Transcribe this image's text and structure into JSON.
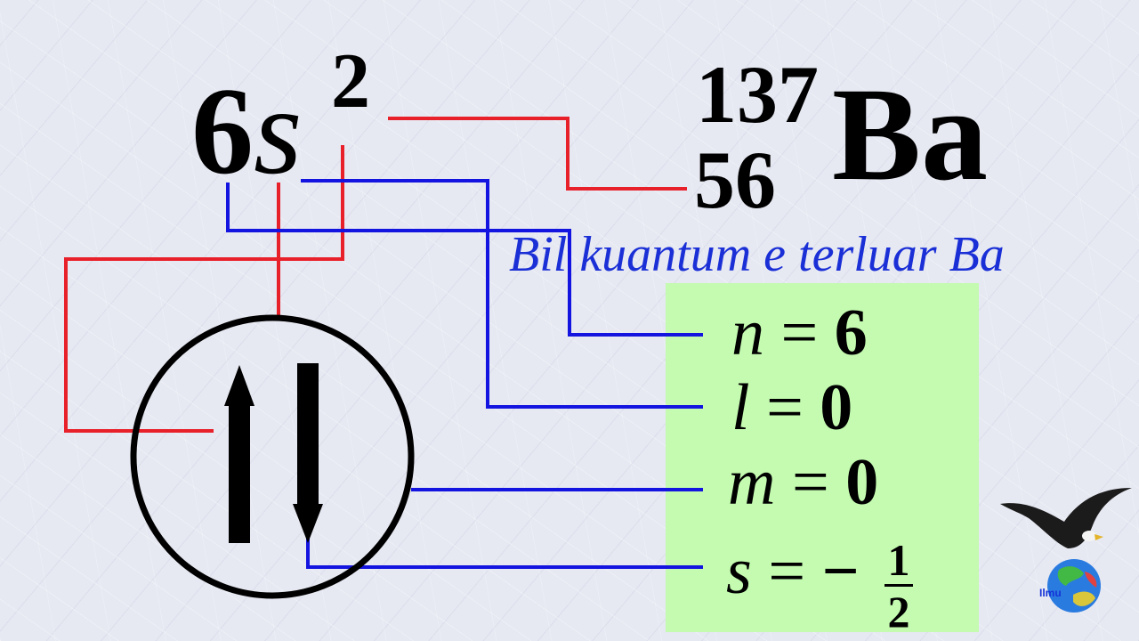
{
  "config": {
    "shell": "6",
    "orbital": "s",
    "electrons": "2"
  },
  "isotope": {
    "mass_number": "137",
    "atomic_number": "56",
    "symbol": "Ba"
  },
  "heading": "Bil kuantum e terluar Ba",
  "quantum_numbers": [
    {
      "var": "n",
      "eq": " = ",
      "value": "6"
    },
    {
      "var": "l",
      "eq": " = ",
      "value": "0"
    },
    {
      "var": "m",
      "eq": " = ",
      "value": "0"
    },
    {
      "var": "s",
      "eq": " = ",
      "value": "−"
    }
  ],
  "spin_fraction": {
    "numerator": "1",
    "denominator": "2"
  },
  "logo": {
    "text": "Ilmu"
  },
  "colors": {
    "red_line": "#e8202a",
    "blue_line": "#1414e0",
    "box": "#c4fbb0",
    "heading": "#1a2fd6"
  }
}
